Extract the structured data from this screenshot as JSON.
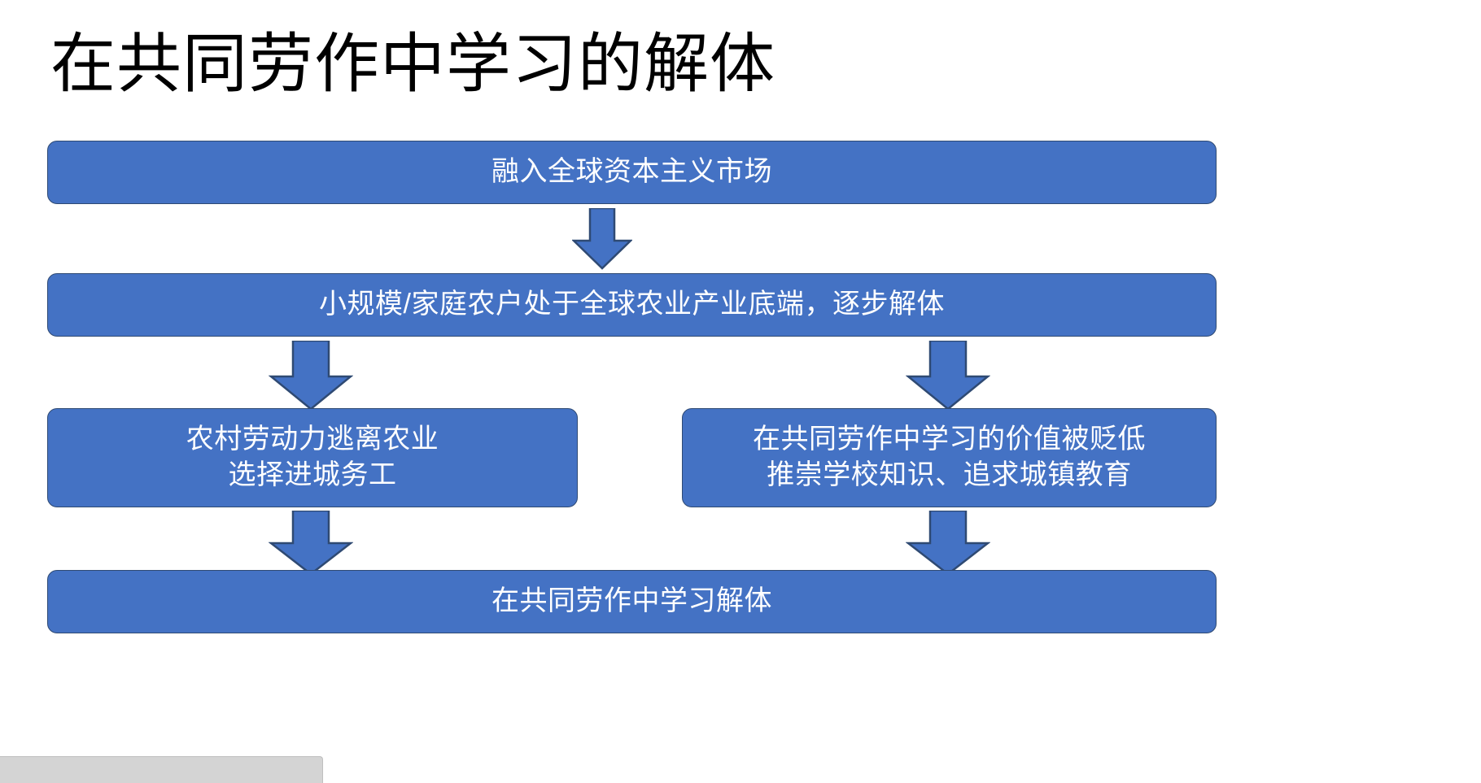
{
  "slide": {
    "title": "在共同劳作中学习的解体",
    "background_color": "#FFFFFF",
    "title_color": "#000000"
  },
  "theme": {
    "box_fill": "#4472C4",
    "box_border": "#2F4A73",
    "box_text": "#FFFFFF",
    "arrow_fill": "#4472C4",
    "arrow_border": "#2F4A73",
    "chrome_fill": "#D4D4D4"
  },
  "flowchart": {
    "type": "flowchart",
    "direction": "top-to-bottom",
    "nodes": [
      {
        "id": "market",
        "label": "融入全球资本主义市场",
        "level": 1,
        "span": "full"
      },
      {
        "id": "smallholder",
        "label": "小规模/家庭农户处于全球农业产业底端，逐步解体",
        "level": 2,
        "span": "full"
      },
      {
        "id": "labor",
        "label": "农村劳动力逃离农业\n选择进城务工",
        "level": 3,
        "span": "left"
      },
      {
        "id": "devalue",
        "label": "在共同劳作中学习的价值被贬低\n推崇学校知识、追求城镇教育",
        "level": 3,
        "span": "right"
      },
      {
        "id": "collapse",
        "label": "在共同劳作中学习解体",
        "level": 4,
        "span": "full"
      }
    ],
    "edges": [
      {
        "id": "edge-market-smallholder",
        "from": "market",
        "to": "smallholder",
        "shape": "down-arrow"
      },
      {
        "id": "edge-smallholder-labor",
        "from": "smallholder",
        "to": "labor",
        "shape": "down-arrow"
      },
      {
        "id": "edge-smallholder-devalue",
        "from": "smallholder",
        "to": "devalue",
        "shape": "down-arrow"
      },
      {
        "id": "edge-labor-collapse",
        "from": "labor",
        "to": "collapse",
        "shape": "down-arrow"
      },
      {
        "id": "edge-devalue-collapse",
        "from": "devalue",
        "to": "collapse",
        "shape": "down-arrow"
      }
    ]
  }
}
